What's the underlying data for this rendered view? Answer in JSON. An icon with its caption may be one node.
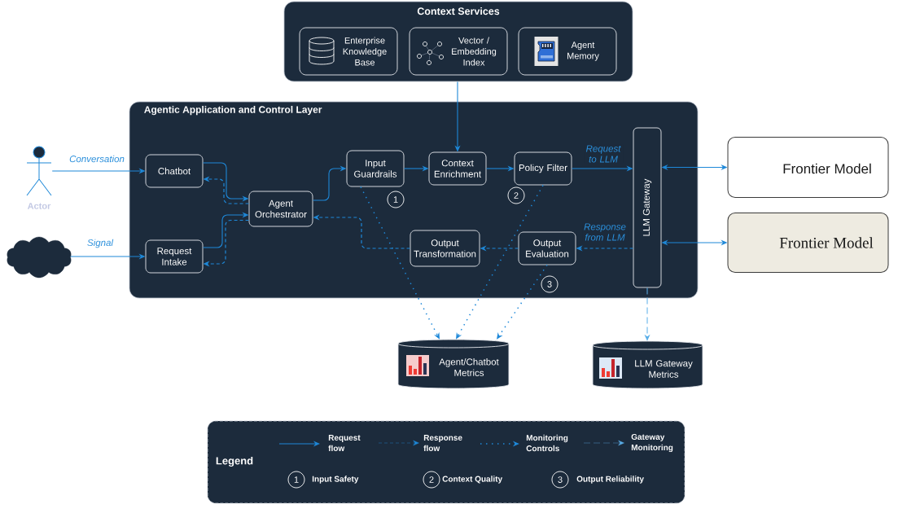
{
  "diagram": {
    "nodes": [
      {
        "text": [
          "Context Services"
        ]
      },
      {
        "text": [
          "Enterprise Knowledge Base"
        ],
        "in": 0
      },
      {
        "text": [
          "Vector / Embedding Index"
        ],
        "in": 0
      },
      {
        "text": [
          "Agent Memory"
        ],
        "in": 0
      },
      {
        "text": [
          "Agentic Application and Control Layer"
        ]
      },
      {
        "text": [
          "Actor"
        ]
      },
      {
        "text": [
          "Chatbot"
        ],
        "in": 4
      },
      {
        "text": [
          "Input Guardrails"
        ],
        "in": 4
      },
      {
        "text": [
          "Context Enrichment"
        ],
        "in": 4
      },
      {
        "text": [
          "Policy Filter"
        ],
        "in": 4
      },
      {
        "text": [
          "LLM Gateway"
        ],
        "in": 4
      },
      {
        "text": [
          "Frontier Model"
        ]
      },
      {
        "text": [
          "Agent Orchestrator"
        ],
        "in": 4
      },
      {
        "text": [],
        "shape": "cloud"
      },
      {
        "text": [
          "Request Intake"
        ],
        "in": 4
      },
      {
        "text": [
          "Output Transformation"
        ],
        "in": 4
      },
      {
        "text": [
          "Output Evaluation"
        ],
        "in": 4
      },
      {
        "text": [
          "Frontier Model"
        ]
      },
      {
        "text": [
          "Agent/Chatbot Metrics"
        ]
      },
      {
        "text": [
          "LLM Gateway Metrics"
        ]
      }
    ],
    "edges": [
      {
        "from": 5,
        "to": 6,
        "arrow": "to",
        "label": "Conversation"
      },
      {
        "from": 13,
        "to": 14,
        "arrow": "to",
        "label": "Signal"
      },
      {
        "from": 6,
        "to": 12,
        "arrow": "to"
      },
      {
        "from": 12,
        "to": 6,
        "arrow": "to",
        "style": "dashed"
      },
      {
        "from": 14,
        "to": 12,
        "arrow": "to"
      },
      {
        "from": 12,
        "to": 14,
        "arrow": "to",
        "style": "dashed"
      },
      {
        "from": 12,
        "to": 7,
        "arrow": "to"
      },
      {
        "from": 0,
        "to": 8,
        "arrow": "to"
      },
      {
        "from": 7,
        "to": 8,
        "arrow": "to"
      },
      {
        "from": 8,
        "to": 9,
        "arrow": "to"
      },
      {
        "from": 9,
        "to": 10,
        "arrow": "to",
        "label": "Request to LLM"
      },
      {
        "from": 10,
        "to": 11,
        "arrow": "both"
      },
      {
        "from": 10,
        "to": 17,
        "arrow": "both"
      },
      {
        "from": 10,
        "to": 16,
        "arrow": "to",
        "style": "dashed",
        "label": "Response from LLM"
      },
      {
        "from": 16,
        "to": 15,
        "arrow": "to",
        "style": "dashed"
      },
      {
        "from": 15,
        "to": 12,
        "arrow": "to",
        "style": "dashed"
      },
      {
        "from": 7,
        "to": 18,
        "arrow": "to",
        "style": "dashed"
      },
      {
        "from": 9,
        "to": 18,
        "arrow": "to",
        "style": "dashed"
      },
      {
        "from": 16,
        "to": 18,
        "arrow": "to",
        "style": "dashed"
      },
      {
        "from": 10,
        "to": 19,
        "arrow": "to",
        "style": "dashed",
        "color": "#5aaee8"
      }
    ],
    "labels": [
      "1",
      "2",
      "3",
      "Legend",
      "1",
      "2",
      "3"
    ],
    "legend": [
      {
        "text": "Request flow"
      },
      {
        "text": "Response flow"
      },
      {
        "text": "Monitoring Controls"
      },
      {
        "text": "Gateway Monitoring"
      },
      {
        "text": "Input Safety"
      },
      {
        "text": "Context Quality"
      },
      {
        "text": "Output Reliability"
      }
    ]
  }
}
